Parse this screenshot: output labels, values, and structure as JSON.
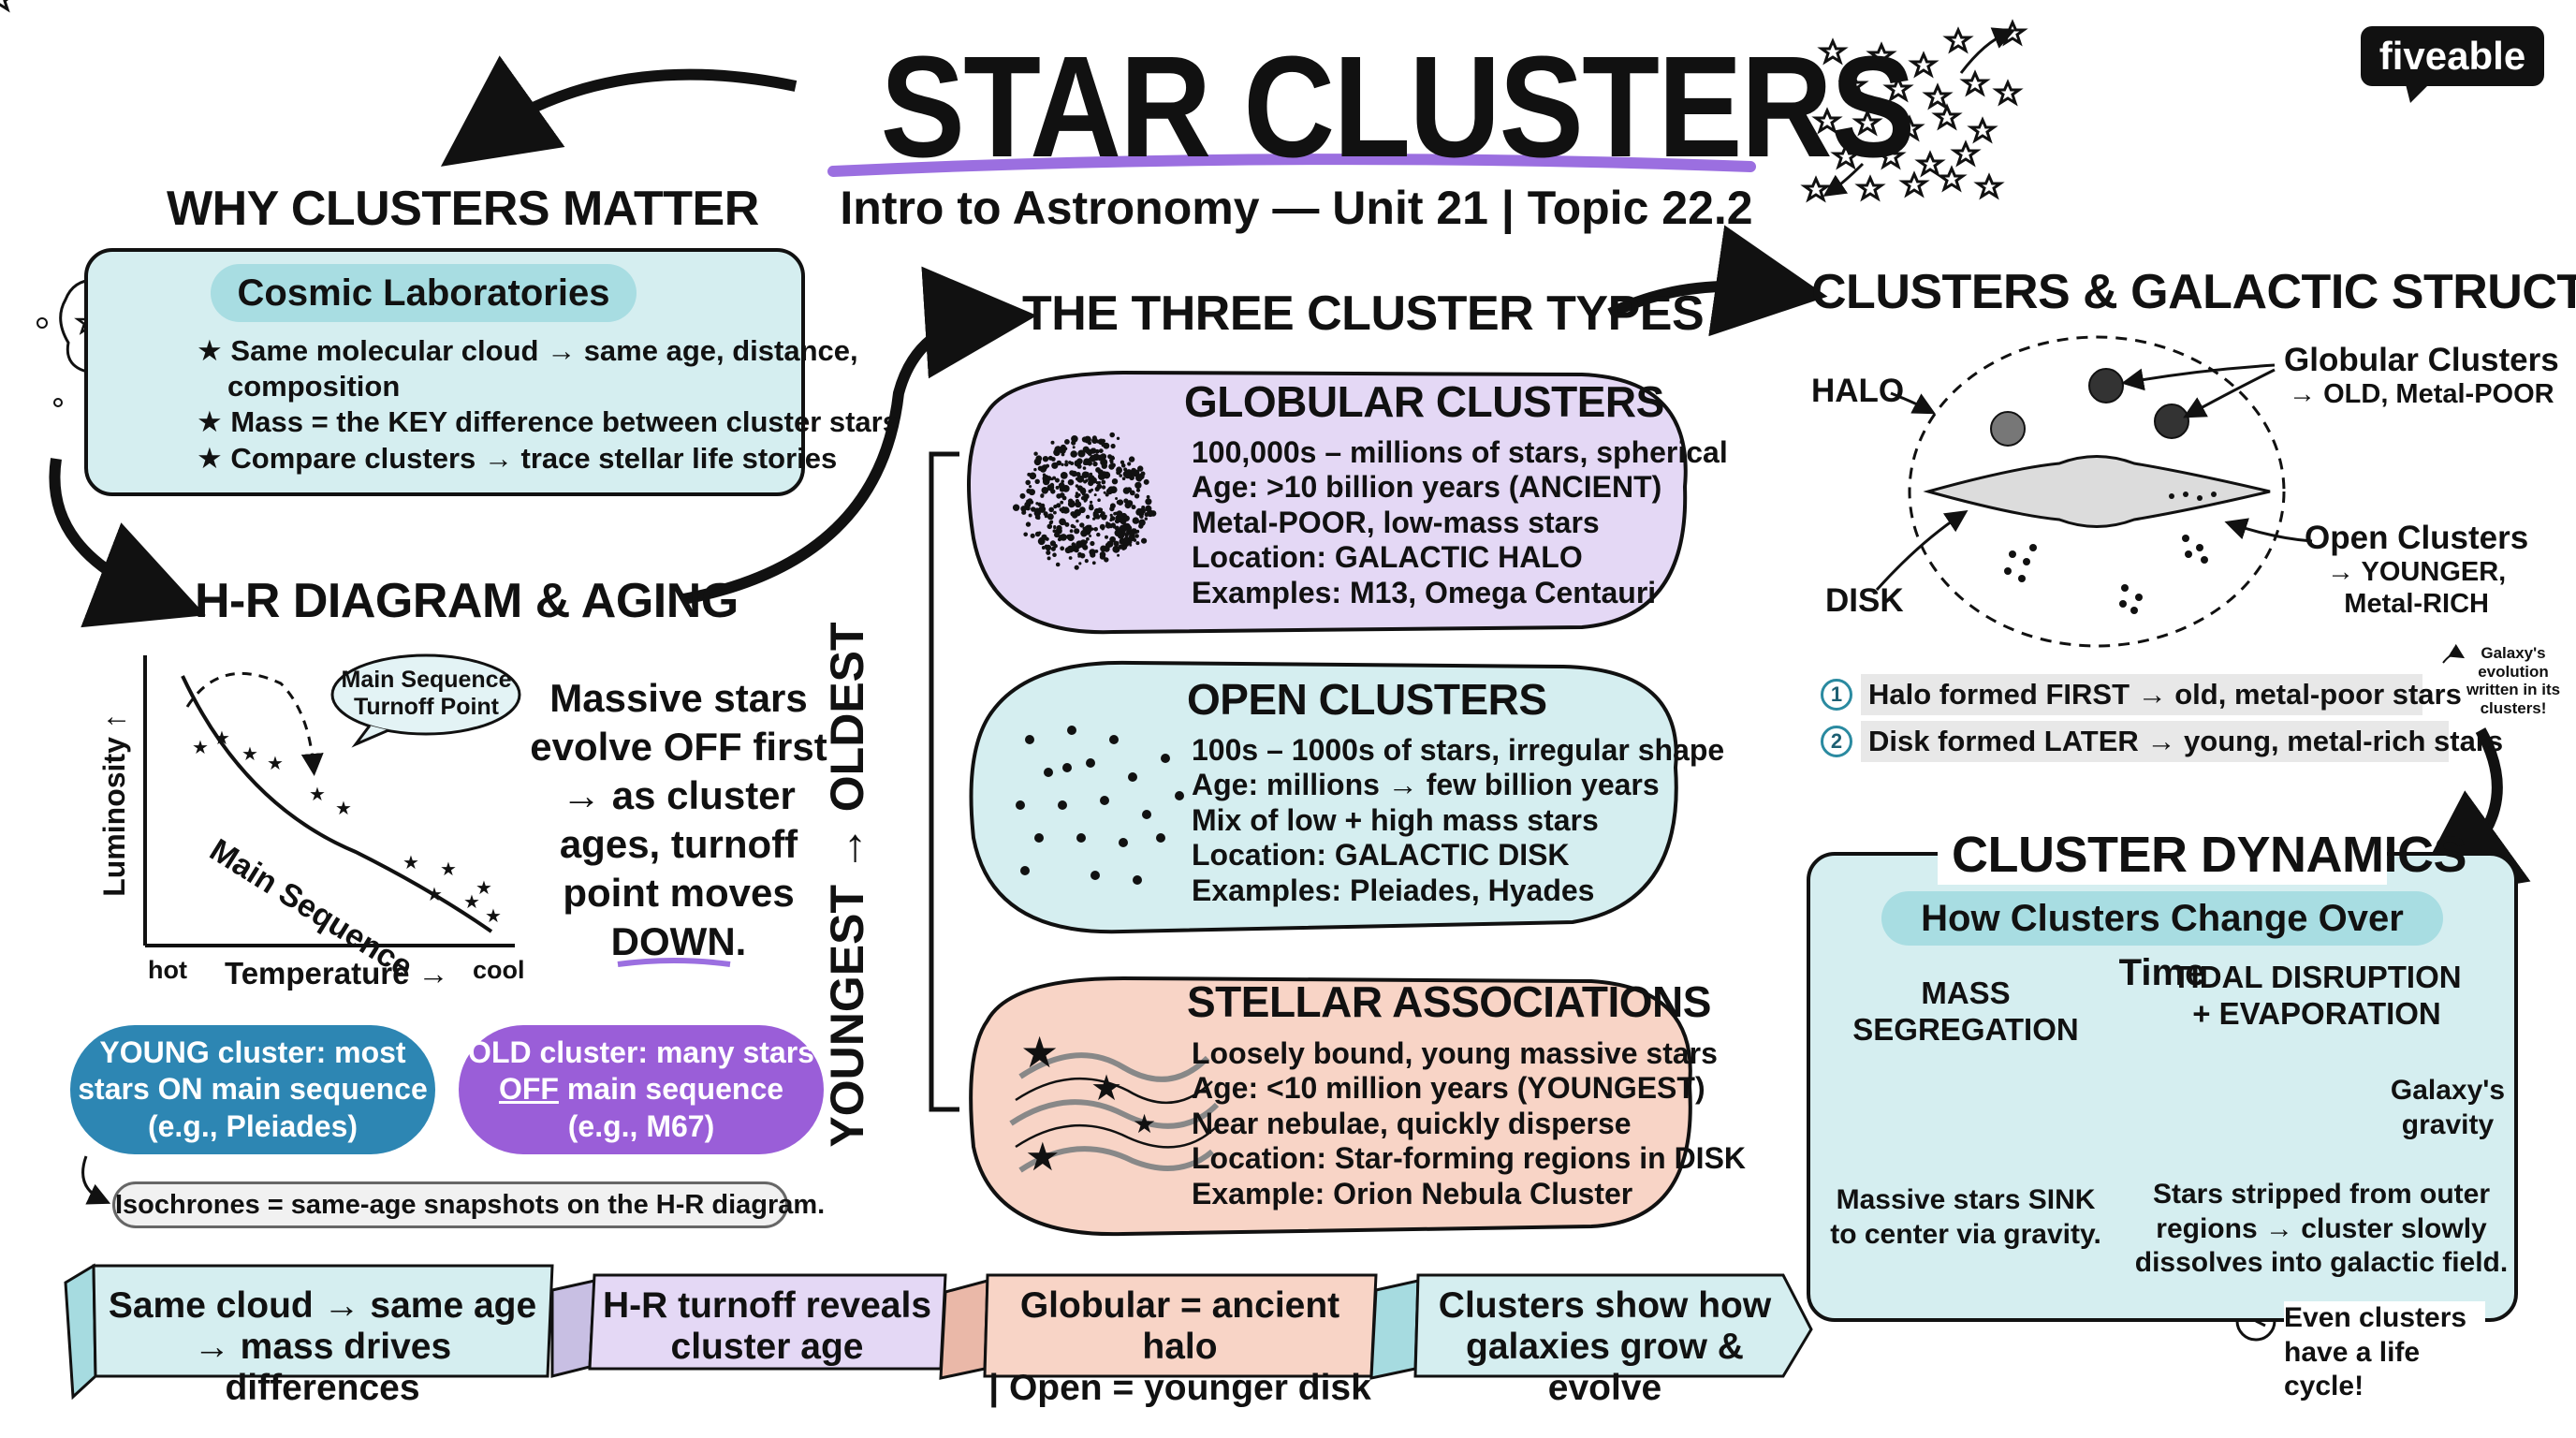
{
  "header": {
    "title": "STAR CLUSTERS",
    "subtitle": "Intro to Astronomy — Unit 21 | Topic 22.2",
    "brand": "fiveable"
  },
  "why": {
    "heading": "WHY CLUSTERS MATTER",
    "pill": "Cosmic Laboratories",
    "bullets": [
      "Same molecular cloud → same age, distance,",
      "composition",
      "Mass = the KEY difference between cluster stars",
      "Compare clusters → trace stellar life stories"
    ]
  },
  "hr": {
    "heading": "H-R DIAGRAM & AGING",
    "turnoff": [
      "Main Sequence",
      "Turnoff Point"
    ],
    "main_sequence": "Main Sequence",
    "ylabel": "Luminosity ↑",
    "xlabel": "Temperature →",
    "hot": "hot",
    "cool": "cool",
    "note_lines": [
      "Massive stars",
      "evolve OFF first",
      "→ as cluster",
      "ages, turnoff",
      "point moves"
    ],
    "note_down": "DOWN",
    "note_period": ".",
    "young": [
      "YOUNG cluster: most",
      "stars ON main sequence",
      "(e.g., Pleiades)"
    ],
    "old_a": "OLD cluster: many stars",
    "old_b1": "OFF",
    "old_b2": " main sequence",
    "old_c": "(e.g., M67)",
    "isochrones": "Isochrones = same-age snapshots on the H-R diagram."
  },
  "types": {
    "heading": "THE THREE CLUSTER TYPES",
    "axis": "YOUNGEST → OLDEST",
    "globular": {
      "title": "GLOBULAR CLUSTERS",
      "lines": [
        "100,000s – millions of stars, spherical",
        "Age: >10 billion years (ANCIENT)",
        "Metal-POOR, low-mass stars",
        "Location: GALACTIC HALO",
        "Examples: M13, Omega Centauri"
      ]
    },
    "open": {
      "title": "OPEN CLUSTERS",
      "lines": [
        "100s – 1000s of stars, irregular shape",
        "Age: millions → few billion years",
        "Mix of low + high mass stars",
        "Location: GALACTIC DISK",
        "Examples: Pleiades, Hyades"
      ]
    },
    "assoc": {
      "title": "STELLAR ASSOCIATIONS",
      "lines": [
        "Loosely bound, young massive stars",
        "Age: <10 million years (YOUNGEST)",
        "Near nebulae, quickly disperse",
        "Location: Star-forming regions in DISK",
        "Example: Orion Nebula Cluster"
      ]
    }
  },
  "galactic": {
    "heading": "CLUSTERS & GALACTIC STRUCTURE",
    "halo": "HALO",
    "disk": "DISK",
    "globular": "Globular Clusters",
    "globular_sub": "→ OLD, Metal-POOR",
    "open": "Open Clusters",
    "open_sub1": "→ YOUNGER,",
    "open_sub2": "Metal-RICH",
    "note": [
      "Galaxy's evolution",
      "written in its",
      "clusters!"
    ],
    "rows": [
      {
        "num": "1",
        "text": "Halo formed FIRST → old, metal-poor stars"
      },
      {
        "num": "2",
        "text": "Disk formed LATER → young, metal-rich stars"
      }
    ]
  },
  "dynamics": {
    "heading": "CLUSTER DYNAMICS",
    "sub": "How Clusters Change Over Time",
    "mass_seg": "MASS SEGREGATION",
    "tidal": [
      "TIDAL DISRUPTION",
      "+ EVAPORATION"
    ],
    "sink": [
      "Massive stars SINK",
      "to center via gravity."
    ],
    "gravity": [
      "Galaxy's",
      "gravity"
    ],
    "stripped": [
      "Stars stripped from outer",
      "regions → cluster slowly",
      "dissolves into galactic field."
    ],
    "lifecycle": [
      "Even clusters",
      "have a life cycle!"
    ]
  },
  "ribbons": [
    [
      "Same cloud → same age",
      "→ mass drives differences"
    ],
    [
      "H-R turnoff reveals",
      "cluster age"
    ],
    [
      "Globular = ancient halo",
      "| Open = younger disk"
    ],
    [
      "Clusters show how",
      "galaxies grow & evolve"
    ]
  ],
  "colors": {
    "teal": "#d5eef0",
    "purple": "#e4d8f5",
    "peach": "#f8d4c6",
    "blue_pill": "#2d86b3",
    "purple_pill": "#9a5ed8",
    "underline": "#9b6fe0"
  }
}
